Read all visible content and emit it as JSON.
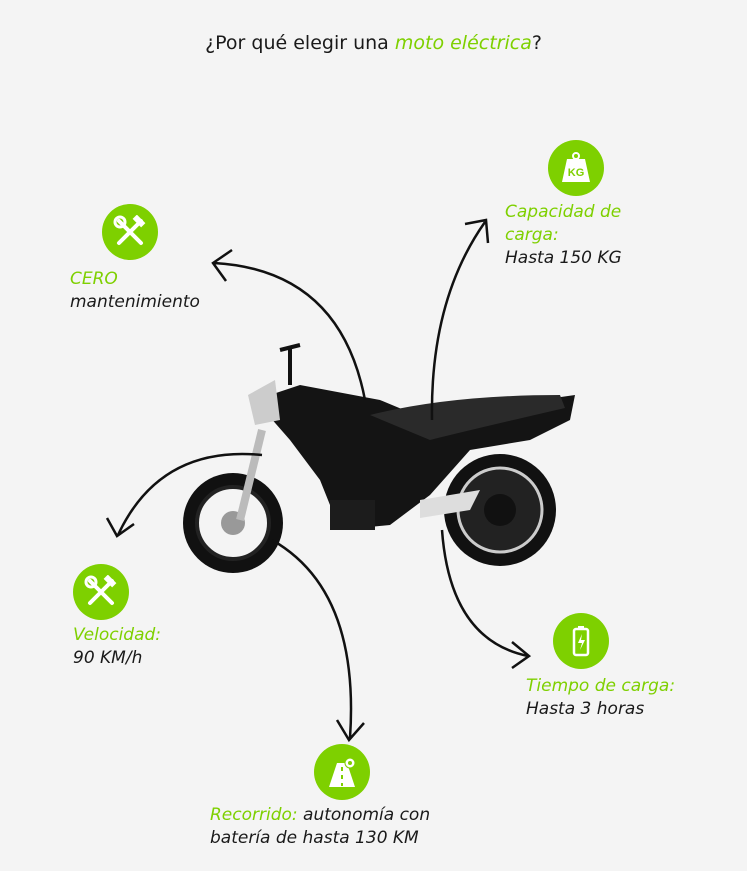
{
  "title": {
    "prefix": "¿Por qué elegir una ",
    "highlight": "moto eléctrica",
    "suffix": "?"
  },
  "features": [
    {
      "icon": "tools-icon",
      "label": "CERO",
      "value": "mantenimiento"
    },
    {
      "icon": "weight-kg-icon",
      "label": "Capacidad de carga:",
      "value": "Hasta 150 KG",
      "icon_text": "KG"
    },
    {
      "icon": "tools-icon",
      "label": "Velocidad:",
      "value": "90 KM/h"
    },
    {
      "icon": "battery-icon",
      "label": "Tiempo de carga:",
      "value": "Hasta 3 horas"
    },
    {
      "icon": "road-pin-icon",
      "label": "Recorrido:",
      "value": "autonomía con batería de hasta 130 KM"
    }
  ],
  "colors": {
    "accent": "#7ed000",
    "background": "#f4f4f4",
    "text": "#1a1a1a"
  }
}
